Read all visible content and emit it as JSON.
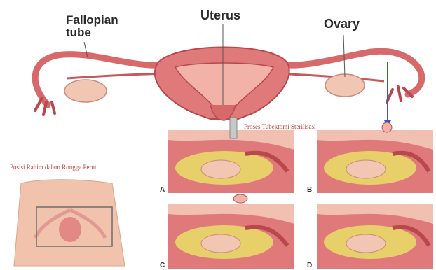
{
  "labels": {
    "fallopian_line1": "Fallopian",
    "fallopian_line2": "tube",
    "uterus": "Uterus",
    "ovary": "Ovary"
  },
  "captions": {
    "procedure": "Proses Tubektomi Sterilisasi",
    "location": "Posisi Rahim dalam Rongga Perut"
  },
  "panels": [
    {
      "letter": "A"
    },
    {
      "letter": "B"
    },
    {
      "letter": "C"
    },
    {
      "letter": "D"
    }
  ],
  "colors": {
    "tissue": "#e07a7a",
    "tissue_dark": "#b8484c",
    "tissue_light": "#f3b2a8",
    "fat": "#e7cf6a",
    "ovary": "#f1c7b4",
    "arrow": "#3a5aa8",
    "caption": "#c0392b"
  }
}
